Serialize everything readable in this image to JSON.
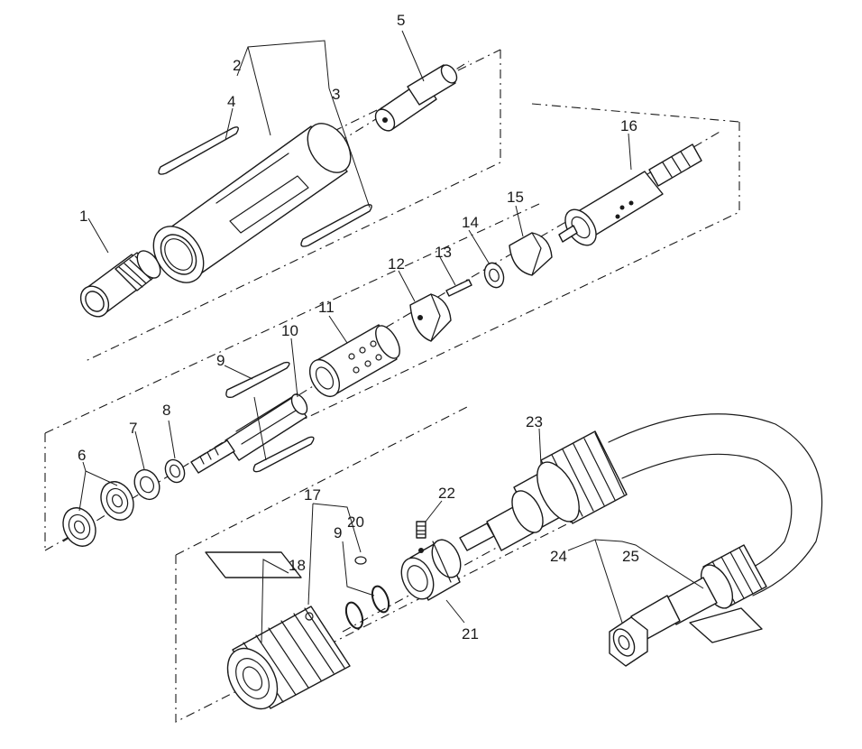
{
  "part_numbers": {
    "p1": "1",
    "p2": "2",
    "p3": "3",
    "p4": "4",
    "p5": "5",
    "p6": "6",
    "p7": "7",
    "p8": "8",
    "p9a": "9",
    "p9b": "9",
    "p10": "10",
    "p11": "11",
    "p12": "12",
    "p13": "13",
    "p14": "14",
    "p15": "15",
    "p16": "16",
    "p17": "17",
    "p18": "18",
    "p20": "20",
    "p21": "21",
    "p22": "22",
    "p23": "23",
    "p24": "24",
    "p25": "25"
  }
}
